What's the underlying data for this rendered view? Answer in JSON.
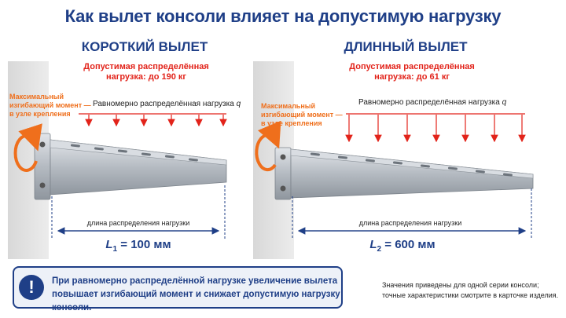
{
  "title": "Как вылет консоли влияет на допустимую нагрузку",
  "panels": [
    {
      "heading": "КОРОТКИЙ ВЫЛЕТ",
      "load_line1": "Допустимая распределённая",
      "load_line2": "нагрузка: до 190 кг",
      "moment_line1": "Максимальный",
      "moment_line2": "изгибающий момент —",
      "moment_line3": "в узле крепления",
      "uniform_label": "Равномерно распределённая нагрузка",
      "uniform_symbol": "q",
      "length_label": "длина распределения нагрузки",
      "dim_symbol": "L",
      "dim_sub": "1",
      "dim_value": "= 100 мм"
    },
    {
      "heading": "ДЛИННЫЙ ВЫЛЕТ",
      "load_line1": "Допустимая распределённая",
      "load_line2": "нагрузка: до 61 кг",
      "moment_line1": "Максимальный",
      "moment_line2": "изгибающий момент —",
      "moment_line3": "в узле крепления",
      "uniform_label": "Равномерно распределённая нагрузка",
      "uniform_symbol": "q",
      "length_label": "длина распределения нагрузки",
      "dim_symbol": "L",
      "dim_sub": "2",
      "dim_value": "= 600 мм"
    }
  ],
  "notice": {
    "icon": "exclamation-icon",
    "line1": "При равномерно распределённой нагрузке увеличение вылета",
    "line2": "повышает изгибающий момент и снижает допустимую нагрузку консоли."
  },
  "footnote": {
    "line1": "Значения приведены для одной серии консоли;",
    "line2": "точные характеристики смотрите в карточке изделия."
  },
  "colors": {
    "brand": "#1f3f87",
    "load_red": "#e2231a",
    "moment_orange": "#ef6f1c",
    "steel": "#b9bfc6",
    "wall": "#e4e4e4"
  }
}
